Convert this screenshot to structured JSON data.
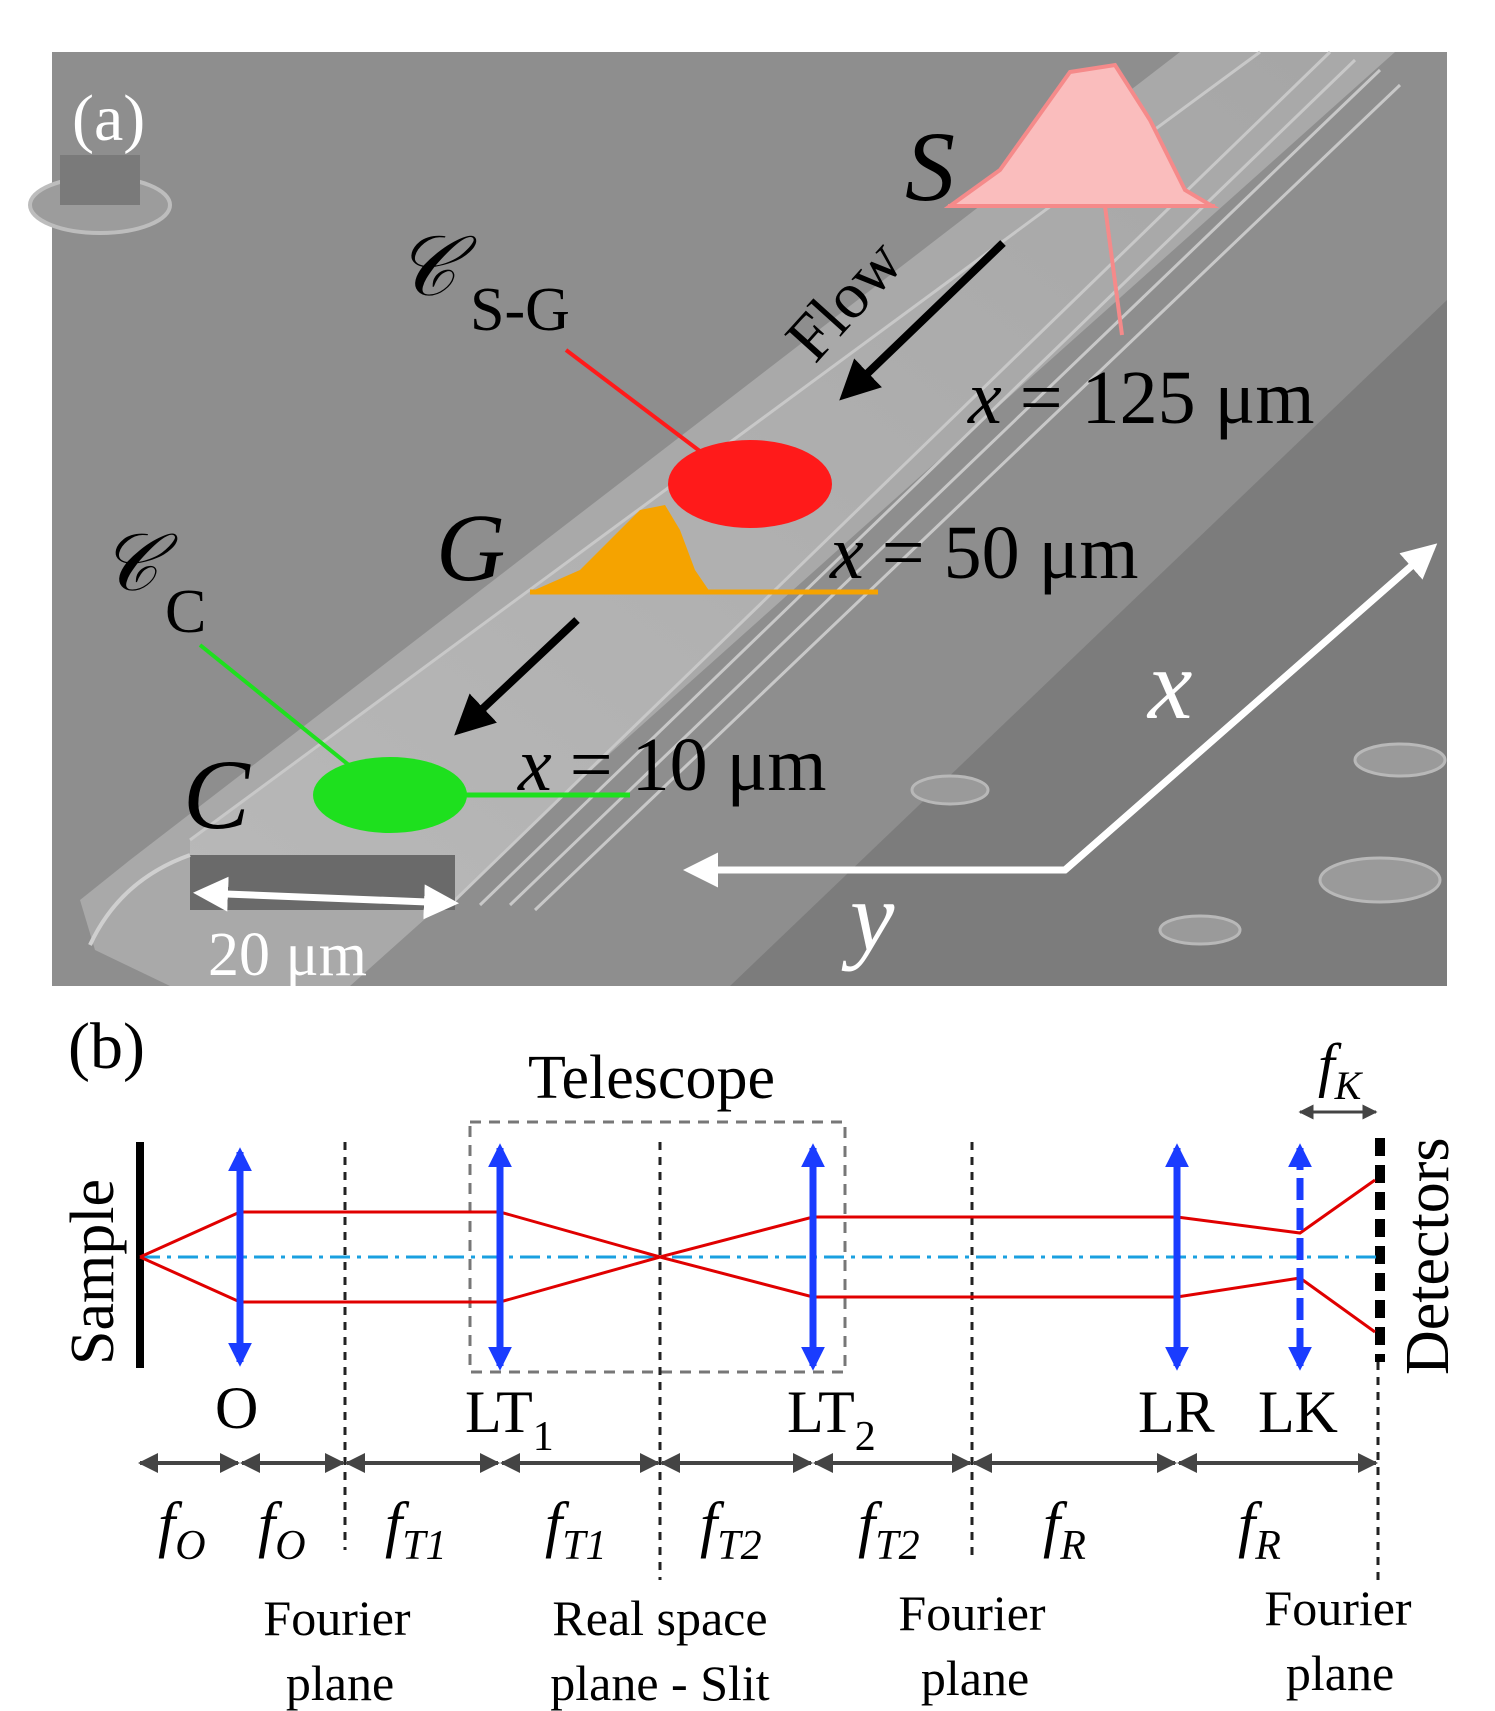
{
  "panel_a": {
    "panel_label": "(a)",
    "labels": {
      "S": "S",
      "G": "G",
      "C": "C",
      "flow": "Flow",
      "calC": "𝒞",
      "sub_sg": "S-G",
      "sub_c": "C",
      "x_axis": "x",
      "y_axis": "y"
    },
    "positions": {
      "x_prefix": "x",
      "pos_s": "= 125 μm",
      "pos_g": "= 50 μm",
      "pos_c": "= 10 μm"
    },
    "scale_bar": "20 μm",
    "colors": {
      "S": "#f5a6a6",
      "G": "#f5a300",
      "SG": "#ff1a1a",
      "C": "#1ee01e"
    }
  },
  "panel_b": {
    "panel_label": "(b)",
    "telescope": "Telescope",
    "sample": "Sample",
    "detectors": "Detectors",
    "lenses": {
      "O": "O",
      "LT": "LT",
      "LT_sub1": "1",
      "LT_sub2": "2",
      "LR": "LR",
      "LK": "LK"
    },
    "focal": {
      "f": "f",
      "O": "O",
      "T1": "T1",
      "T2": "T2",
      "R": "R",
      "K": "K"
    },
    "planes": {
      "fourier_1": "Fourier",
      "fourier_2": "plane",
      "real_1": "Real space",
      "real_2": "plane - Slit"
    },
    "colors": {
      "lens": "#1a3cff",
      "ray": "#e00000",
      "axis": "#1aa0e0"
    }
  }
}
